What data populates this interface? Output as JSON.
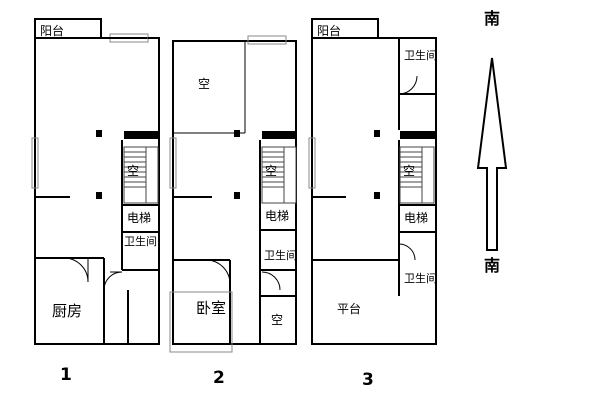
{
  "compass": {
    "label": "南",
    "icon": "north-south-arrow-icon"
  },
  "floors": [
    {
      "number": "1",
      "labels": {
        "balcony": "阳台",
        "empty": "空",
        "elevator": "电梯",
        "bathroom": "卫生间",
        "kitchen": "厨房"
      }
    },
    {
      "number": "2",
      "labels": {
        "empty_top": "空",
        "empty_stair": "空",
        "elevator": "电梯",
        "bathroom": "卫生间",
        "bedroom": "卧室",
        "empty_small": "空"
      }
    },
    {
      "number": "3",
      "labels": {
        "balcony": "阳台",
        "bathroom_top": "卫生间",
        "empty": "空",
        "elevator": "电梯",
        "bathroom_bottom": "卫生间",
        "platform": "平台"
      }
    }
  ]
}
